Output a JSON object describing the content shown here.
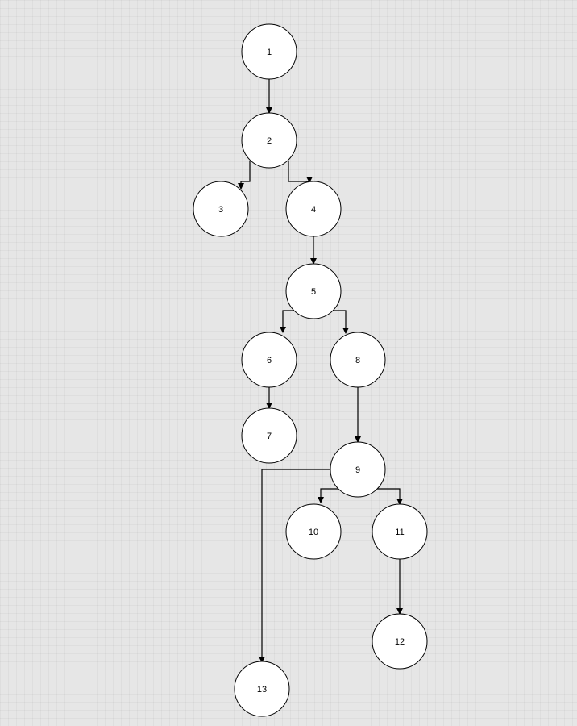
{
  "nodes": [
    {
      "id": "1",
      "label": "1"
    },
    {
      "id": "2",
      "label": "2"
    },
    {
      "id": "3",
      "label": "3"
    },
    {
      "id": "4",
      "label": "4"
    },
    {
      "id": "5",
      "label": "5"
    },
    {
      "id": "6",
      "label": "6"
    },
    {
      "id": "7",
      "label": "7"
    },
    {
      "id": "8",
      "label": "8"
    },
    {
      "id": "9",
      "label": "9"
    },
    {
      "id": "10",
      "label": "10"
    },
    {
      "id": "11",
      "label": "11"
    },
    {
      "id": "12",
      "label": "12"
    },
    {
      "id": "13",
      "label": "13"
    }
  ],
  "edges": [
    {
      "from": "1",
      "to": "2"
    },
    {
      "from": "2",
      "to": "3"
    },
    {
      "from": "2",
      "to": "4"
    },
    {
      "from": "4",
      "to": "5"
    },
    {
      "from": "5",
      "to": "6"
    },
    {
      "from": "5",
      "to": "8"
    },
    {
      "from": "6",
      "to": "7"
    },
    {
      "from": "8",
      "to": "9"
    },
    {
      "from": "9",
      "to": "10"
    },
    {
      "from": "9",
      "to": "11"
    },
    {
      "from": "9",
      "to": "13"
    },
    {
      "from": "11",
      "to": "12"
    }
  ],
  "colors": {
    "background": "#e6e6e6",
    "node_fill": "#ffffff",
    "stroke": "#000000"
  }
}
